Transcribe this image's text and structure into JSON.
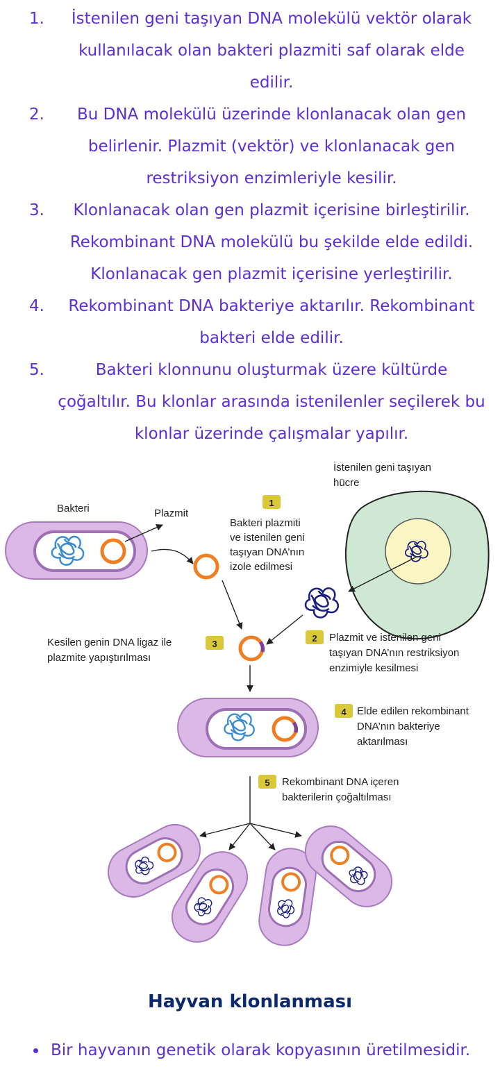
{
  "steps": [
    {
      "num": "1.",
      "lines": [
        "İstenilen geni taşıyan DNA molekülü vektör olarak",
        "kullanılacak olan bakteri plazmiti saf olarak elde",
        "edilir."
      ]
    },
    {
      "num": "2.",
      "lines": [
        "Bu DNA molekülü üzerinde klonlanacak olan gen",
        "belirlenir. Plazmit (vektör) ve klonlanacak gen",
        "restriksiyon enzimleriyle kesilir."
      ]
    },
    {
      "num": "3.",
      "lines": [
        "Klonlanacak olan gen plazmit içerisine birleştirilir.",
        "Rekombinant DNA molekülü bu şekilde elde edildi.",
        "Klonlanacak gen plazmit içerisine yerleştirilir."
      ]
    },
    {
      "num": "4.",
      "lines": [
        "Rekombinant DNA bakteriye aktarılır. Rekombinant",
        "bakteri elde edilir."
      ]
    },
    {
      "num": "5.",
      "lines": [
        "Bakteri klonnunu oluşturmak üzere kültürde",
        "çoğaltılır. Bu klonlar arasında istenilenler seçilerek bu",
        "klonlar üzerinde çalışmalar yapılır."
      ]
    }
  ],
  "diagram": {
    "bacteria_label": "Bakteri",
    "plasmid_label": "Plazmit",
    "cell_label": [
      "İstenilen geni taşıyan",
      "hücre"
    ],
    "badge1": "1",
    "step1": [
      "Bakteri plazmiti",
      "ve istenilen geni",
      "taşıyan DNA’nın",
      "izole edilmesi"
    ],
    "badge2": "2",
    "step2": [
      "Plazmit ve istenilen geni",
      "taşıyan DNA’nın restriksiyon",
      "enzimiyle kesilmesi"
    ],
    "badge3": "3",
    "step3": [
      "Kesilen genin DNA ligaz ile",
      "plazmite yapıştırılması"
    ],
    "badge4": "4",
    "step4": [
      "Elde edilen rekombinant",
      "DNA’nın bakteriye",
      "aktarılması"
    ],
    "badge5": "5",
    "step5": [
      "Rekombinant DNA içeren",
      "bakterilerin çoğaltılması"
    ]
  },
  "heading": "Hayvan klonlanması",
  "bullet": "Bir hayvanın genetik olarak kopyasının üretilmesidir.",
  "colors": {
    "text": "#5b2fd6",
    "heading": "#0c2a6b",
    "badge": "#d8c83a",
    "plasmid": "#ee7f22",
    "bacteria": "#dcb8e6",
    "cell": "#cfe8d4"
  }
}
